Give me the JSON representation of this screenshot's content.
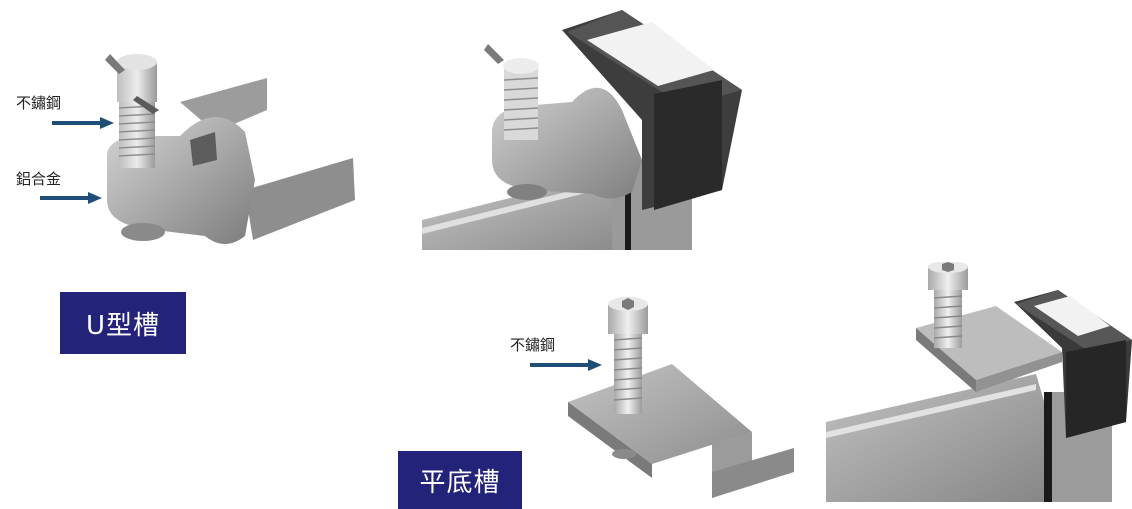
{
  "labels": {
    "stainless_top": "不鏽鋼",
    "aluminum_alloy": "鋁合金",
    "stainless_bottom": "不鏽鋼"
  },
  "badges": {
    "u_channel": "U型槽",
    "flat_channel": "平底槽"
  },
  "colors": {
    "badge_bg": "#23237a",
    "arrow": "#1f4e79"
  }
}
